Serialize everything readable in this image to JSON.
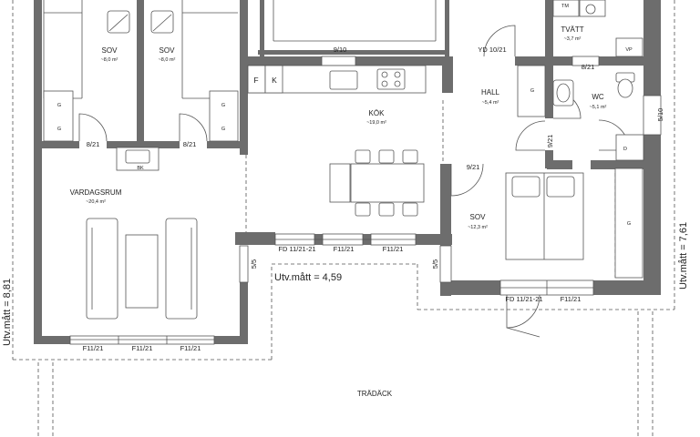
{
  "rooms": {
    "sov1": {
      "name": "SOV",
      "area": "~8,0 m²"
    },
    "sov2": {
      "name": "SOV",
      "area": "~8,0 m²"
    },
    "vardagsrum": {
      "name": "VARDAGSRUM",
      "area": "~20,4 m²"
    },
    "kok": {
      "name": "KÖK",
      "area": "~19,0 m²"
    },
    "hall": {
      "name": "HALL",
      "area": "~5,4 m²"
    },
    "wc": {
      "name": "WC",
      "area": "~5,1 m²"
    },
    "tvatt": {
      "name": "TVÄTT",
      "area": "~3,7 m²"
    },
    "sov3": {
      "name": "SOV",
      "area": "~12,3 m²"
    },
    "tradack": {
      "name": "TRÄDÄCK"
    }
  },
  "fixtures": {
    "f": "F",
    "k": "K",
    "tm": "TM",
    "vp": "VP",
    "bk": "BK",
    "g": "G",
    "d": "D"
  },
  "openings": {
    "top_9_10": "9/10",
    "yd": "YD 10/21",
    "door_8_21_a": "8/21",
    "door_8_21_b": "8/21",
    "door_8_21_c": "8/21",
    "door_9_21_a": "9/21",
    "door_9_21_b": "9/21",
    "w_5_10": "5/10",
    "w_5_5_a": "5/5",
    "w_5_5_b": "5/5",
    "fd_kitchen": "FD 11/21-21",
    "f11_k1": "F11/21",
    "f11_k2": "F11/21",
    "fd_sov": "FD 11/21-21",
    "f11_s": "F11/21",
    "f11_v1": "F11/21",
    "f11_v2": "F11/21",
    "f11_v3": "F11/21"
  },
  "dimensions": {
    "left": "Utv.mått = 8,81",
    "right": "Utv.mått = 7,61",
    "middle": "Utv.mått = 4,59"
  }
}
